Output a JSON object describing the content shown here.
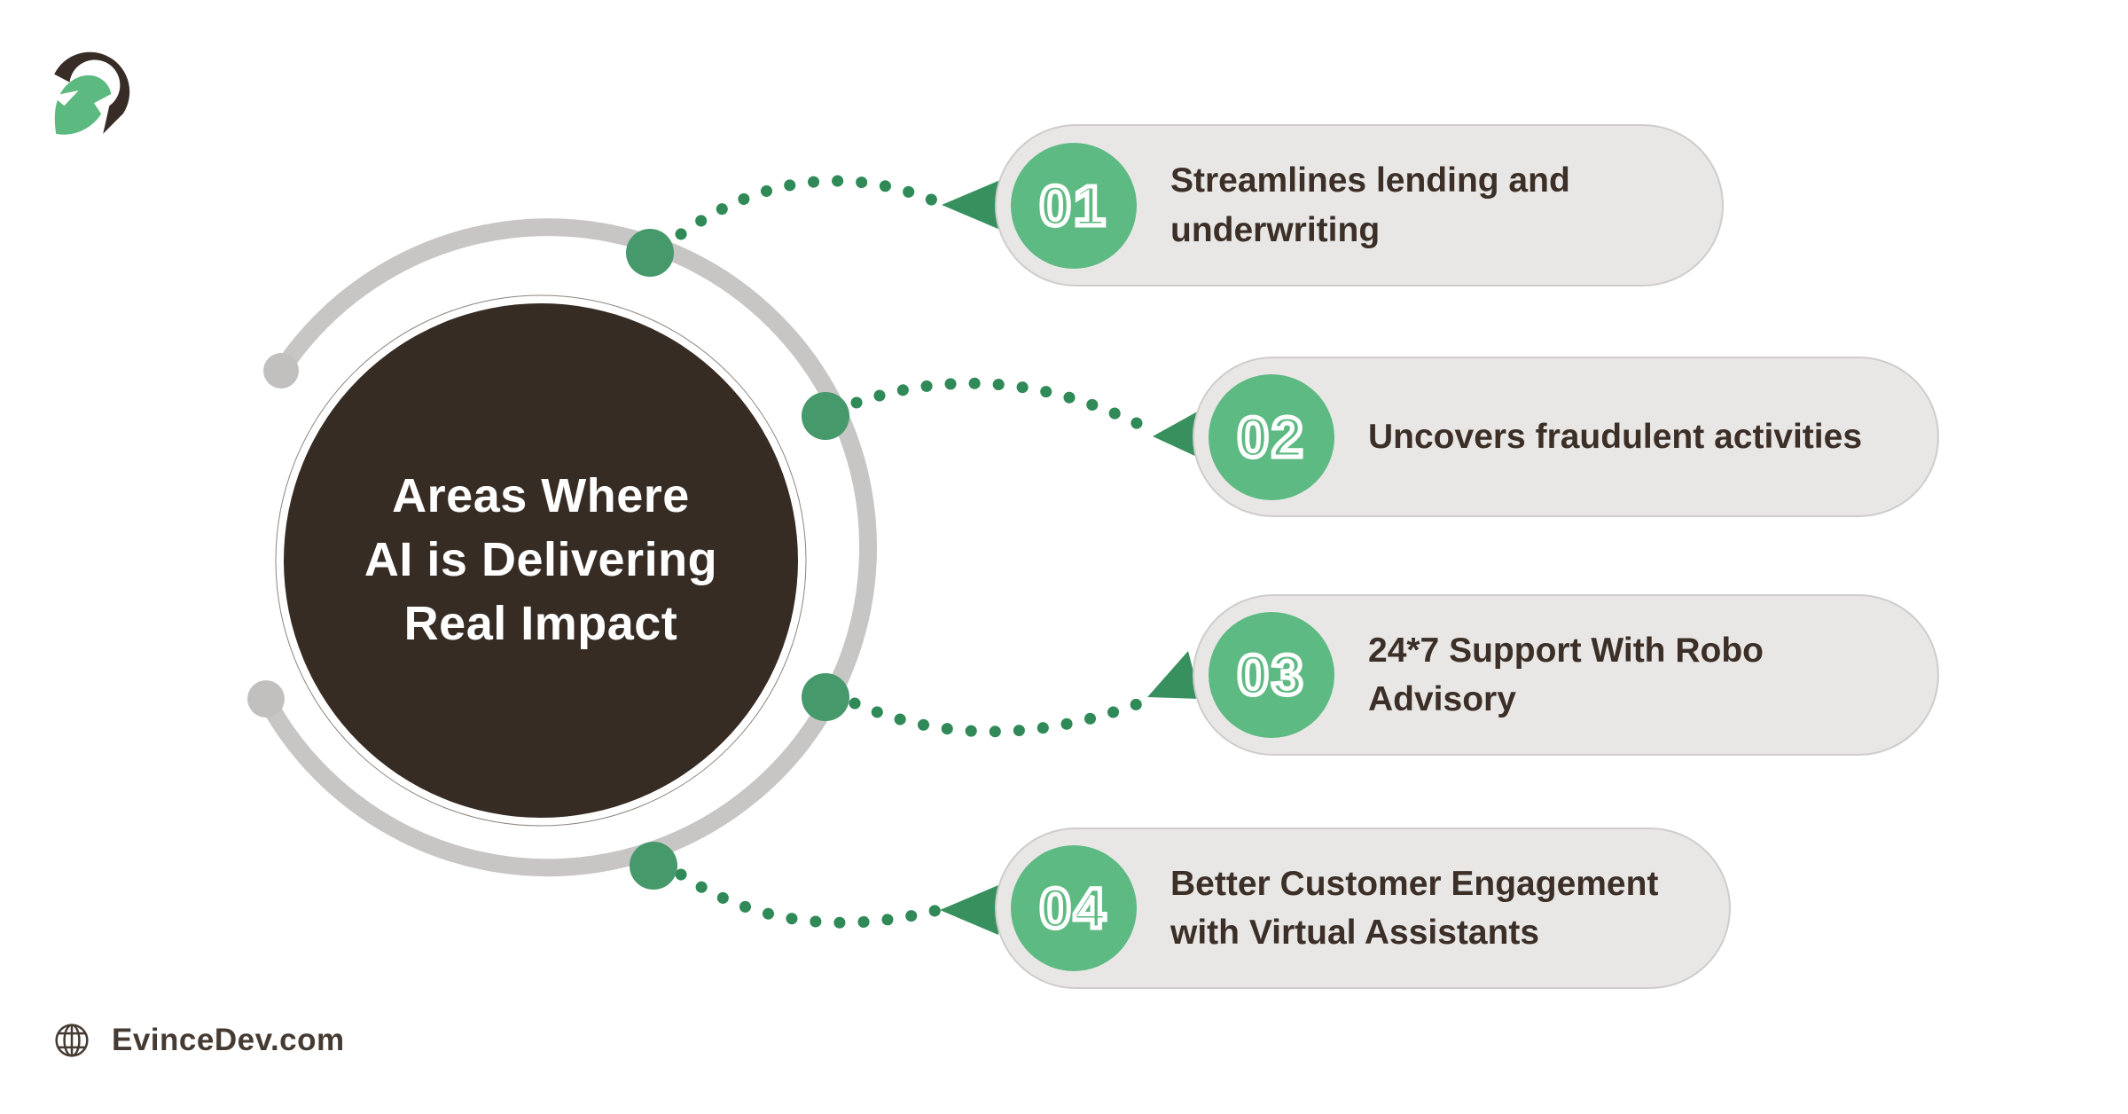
{
  "center": {
    "title_lines": [
      "Areas Where",
      "AI is Delivering",
      "Real Impact"
    ]
  },
  "items": [
    {
      "number": "01",
      "lines": [
        "Streamlines lending and",
        "underwriting"
      ]
    },
    {
      "number": "02",
      "lines": [
        "Uncovers fraudulent activities"
      ]
    },
    {
      "number": "03",
      "lines": [
        "24*7 Support With Robo",
        "Advisory"
      ]
    },
    {
      "number": "04",
      "lines": [
        "Better Customer Engagement",
        "with Virtual Assistants"
      ]
    }
  ],
  "footer": {
    "website": "EvinceDev.com"
  },
  "icons": {
    "logo": "evincedev-spartan-helmet-logo",
    "globe": "globe-icon",
    "arrowheads": "left-pointing-connector-arrows"
  },
  "colors": {
    "bg": "#FFFFFF",
    "circle-dark": "#362C24",
    "circle-text": "#FFFFFF",
    "ring-gray": "#C8C6C4",
    "ring-cap-gray": "#C2C0BE",
    "node-green": "#45996B",
    "dot-green": "#2F8A57",
    "arrow-green": "#37905E",
    "badge-green": "#5EBA83",
    "pill-bg": "#E9E7E5",
    "pill-border": "#CFCDCB",
    "pill-text": "#3B2F27",
    "hairline": "#8C847C",
    "footer-text": "#463B33",
    "logo-dark": "#372D26",
    "logo-green": "#5CB97F"
  }
}
